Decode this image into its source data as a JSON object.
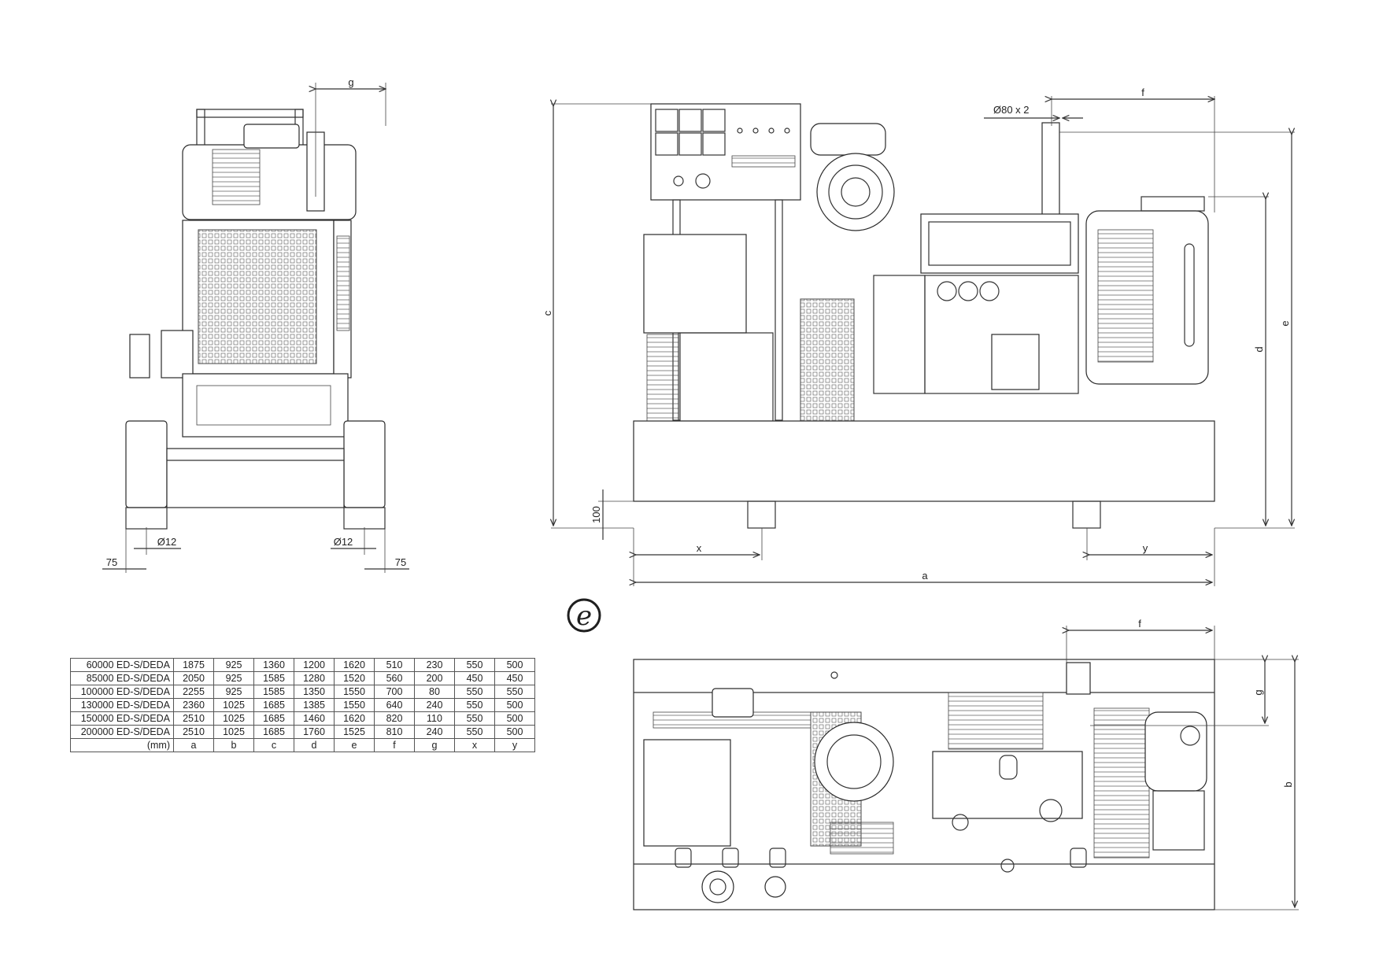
{
  "side_view": {
    "dim_g": "g",
    "dia_left": "Ø12",
    "dia_right": "Ø12",
    "offset_left": "75",
    "offset_right": "75"
  },
  "front_view": {
    "dim_f": "f",
    "exhaust": "Ø80 x 2",
    "dim_c": "c",
    "dim_d": "d",
    "dim_e": "e",
    "base_height": "100",
    "dim_x": "x",
    "dim_y": "y",
    "dim_a": "a"
  },
  "top_view": {
    "dim_f": "f",
    "dim_g": "g",
    "dim_b": "b"
  },
  "logo": "e",
  "table": {
    "rows": [
      [
        "60000 ED-S/DEDA",
        "1875",
        "925",
        "1360",
        "1200",
        "1620",
        "510",
        "230",
        "550",
        "500"
      ],
      [
        "85000 ED-S/DEDA",
        "2050",
        "925",
        "1585",
        "1280",
        "1520",
        "560",
        "200",
        "450",
        "450"
      ],
      [
        "100000 ED-S/DEDA",
        "2255",
        "925",
        "1585",
        "1350",
        "1550",
        "700",
        "80",
        "550",
        "550"
      ],
      [
        "130000 ED-S/DEDA",
        "2360",
        "1025",
        "1685",
        "1385",
        "1550",
        "640",
        "240",
        "550",
        "500"
      ],
      [
        "150000 ED-S/DEDA",
        "2510",
        "1025",
        "1685",
        "1460",
        "1620",
        "820",
        "110",
        "550",
        "500"
      ],
      [
        "200000 ED-S/DEDA",
        "2510",
        "1025",
        "1685",
        "1760",
        "1525",
        "810",
        "240",
        "550",
        "500"
      ]
    ],
    "header": [
      "(mm)",
      "a",
      "b",
      "c",
      "d",
      "e",
      "f",
      "g",
      "x",
      "y"
    ]
  }
}
